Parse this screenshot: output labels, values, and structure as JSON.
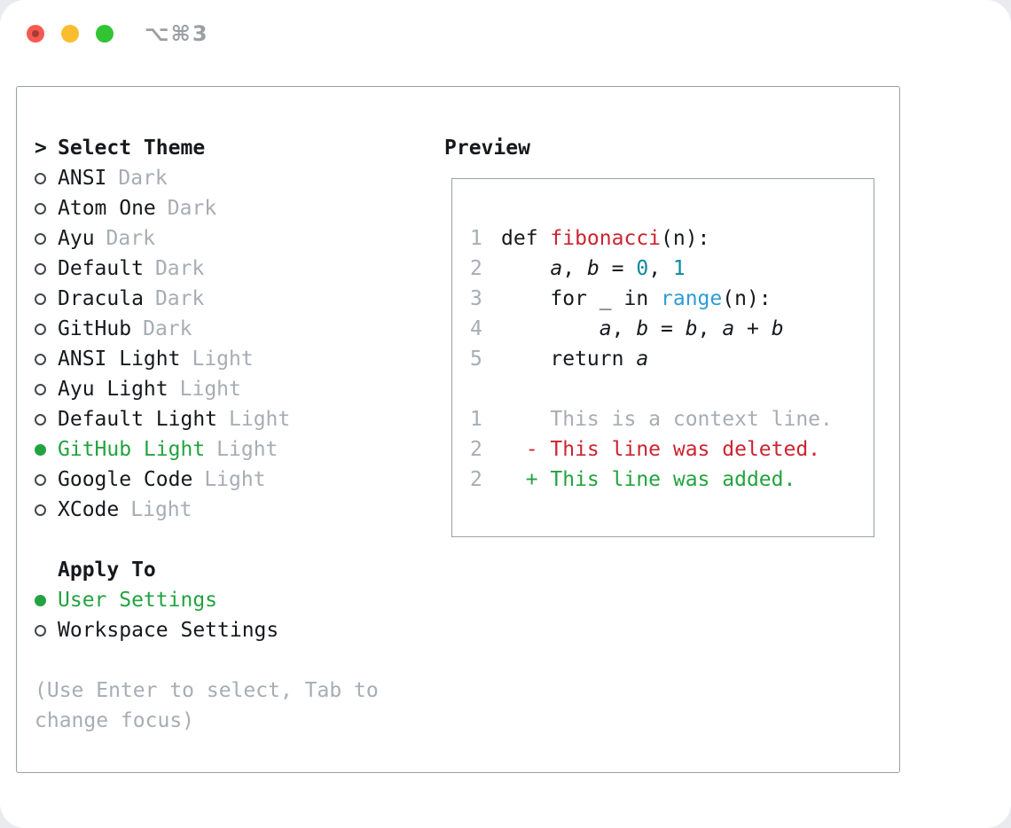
{
  "window": {
    "shortcut": "⌥⌘3"
  },
  "colors": {
    "accent_green": "#23a33f",
    "syntax_red": "#cb2431",
    "syntax_teal": "#0b8a9e",
    "syntax_blue": "#2e9bd6",
    "diff_red": "#cb2431",
    "diff_green": "#23a33f",
    "muted": "#a6adb4",
    "border_gray": "#98a0a6"
  },
  "panel": {
    "select_theme": {
      "prefix": ">",
      "title": "Select Theme",
      "themes": [
        {
          "name": "ANSI",
          "variant": "Dark",
          "selected": false
        },
        {
          "name": "Atom One",
          "variant": "Dark",
          "selected": false
        },
        {
          "name": "Ayu",
          "variant": "Dark",
          "selected": false
        },
        {
          "name": "Default",
          "variant": "Dark",
          "selected": false
        },
        {
          "name": "Dracula",
          "variant": "Dark",
          "selected": false
        },
        {
          "name": "GitHub",
          "variant": "Dark",
          "selected": false
        },
        {
          "name": "ANSI Light",
          "variant": "Light",
          "selected": false
        },
        {
          "name": "Ayu Light",
          "variant": "Light",
          "selected": false
        },
        {
          "name": "Default Light",
          "variant": "Light",
          "selected": false
        },
        {
          "name": "GitHub Light",
          "variant": "Light",
          "selected": true
        },
        {
          "name": "Google Code",
          "variant": "Light",
          "selected": false
        },
        {
          "name": "XCode",
          "variant": "Light",
          "selected": false
        }
      ]
    },
    "apply_to": {
      "title": "Apply To",
      "options": [
        {
          "name": "User Settings",
          "selected": true
        },
        {
          "name": "Workspace Settings",
          "selected": false
        }
      ]
    },
    "hint": [
      "(Use Enter to select, Tab to",
      "change focus)"
    ]
  },
  "preview": {
    "title": "Preview",
    "lines": [
      {
        "num": "1",
        "segments": [
          {
            "t": "def ",
            "c": "p"
          },
          {
            "t": "fibonacci",
            "c": "fn"
          },
          {
            "t": "(n):",
            "c": "p"
          }
        ]
      },
      {
        "num": "2",
        "segments": [
          {
            "t": "    ",
            "c": "p"
          },
          {
            "t": "a",
            "c": "v"
          },
          {
            "t": ", ",
            "c": "p"
          },
          {
            "t": "b",
            "c": "v"
          },
          {
            "t": " = ",
            "c": "p"
          },
          {
            "t": "0",
            "c": "nm"
          },
          {
            "t": ", ",
            "c": "p"
          },
          {
            "t": "1",
            "c": "nm"
          }
        ]
      },
      {
        "num": "3",
        "segments": [
          {
            "t": "    for _ in ",
            "c": "p"
          },
          {
            "t": "range",
            "c": "bi"
          },
          {
            "t": "(n):",
            "c": "p"
          }
        ]
      },
      {
        "num": "4",
        "segments": [
          {
            "t": "        ",
            "c": "p"
          },
          {
            "t": "a",
            "c": "v"
          },
          {
            "t": ", ",
            "c": "p"
          },
          {
            "t": "b",
            "c": "v"
          },
          {
            "t": " = ",
            "c": "p"
          },
          {
            "t": "b",
            "c": "v"
          },
          {
            "t": ", ",
            "c": "p"
          },
          {
            "t": "a",
            "c": "v"
          },
          {
            "t": " + ",
            "c": "p"
          },
          {
            "t": "b",
            "c": "v"
          }
        ]
      },
      {
        "num": "5",
        "segments": [
          {
            "t": "    return ",
            "c": "p"
          },
          {
            "t": "a",
            "c": "v"
          }
        ]
      },
      {
        "num": "",
        "segments": []
      },
      {
        "num": "1",
        "segments": [
          {
            "t": "    This is a context line.",
            "c": "ctx"
          }
        ]
      },
      {
        "num": "2",
        "segments": [
          {
            "t": "  - This line was deleted.",
            "c": "del"
          }
        ]
      },
      {
        "num": "2",
        "segments": [
          {
            "t": "  + This line was added.",
            "c": "add"
          }
        ]
      }
    ]
  }
}
